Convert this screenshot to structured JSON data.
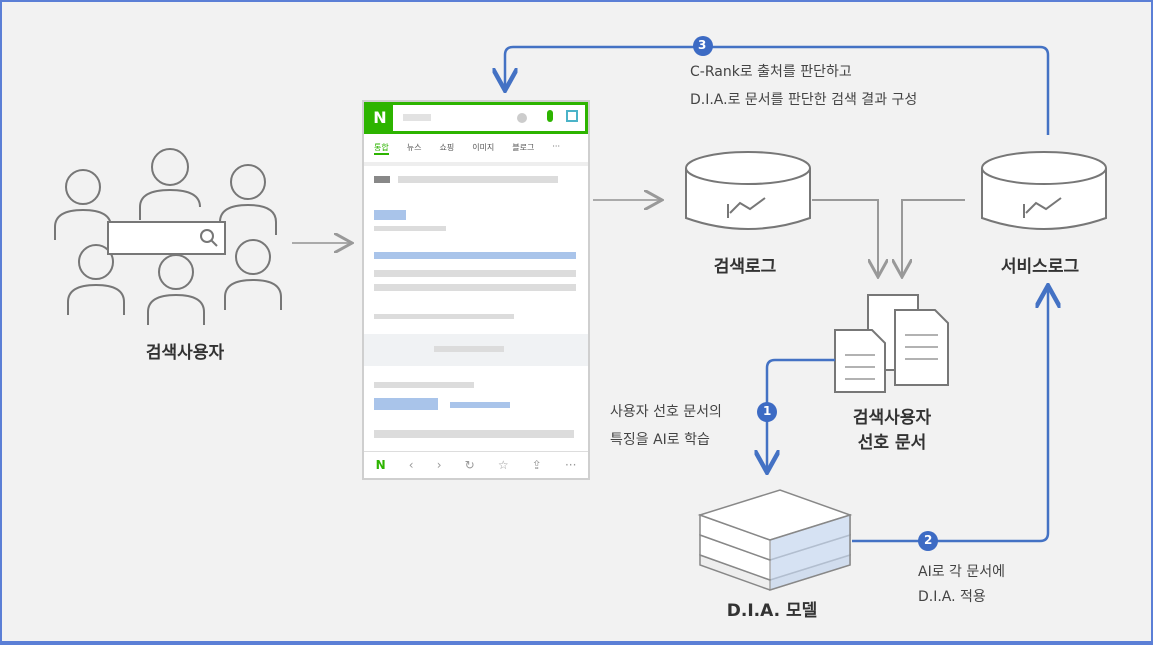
{
  "labels": {
    "users": "검색사용자",
    "search_log": "검색로그",
    "service_log": "서비스로그",
    "preferred_docs_line1": "검색사용자",
    "preferred_docs_line2": "선호 문서",
    "dia_model": "D.I.A. 모델"
  },
  "steps": [
    {
      "number": "1",
      "line1": "사용자 선호 문서의",
      "line2": "특징을 AI로 학습"
    },
    {
      "number": "2",
      "line1": "AI로 각 문서에",
      "line2": "D.I.A. 적용"
    },
    {
      "number": "3",
      "line1": "C-Rank로 출처를 판단하고",
      "line2": "D.I.A.로 문서를 판단한 검색 결과 구성"
    }
  ],
  "phone": {
    "logo": "N",
    "tabs": [
      "통합",
      "뉴스",
      "쇼핑",
      "이미지",
      "블로그",
      "···"
    ],
    "nav": [
      "N",
      "‹",
      "›",
      "↻",
      "☆",
      "⇪",
      "···"
    ]
  },
  "colors": {
    "accent": "#4472c4",
    "naver_green": "#2db400",
    "frame": "#5b7fd6"
  }
}
